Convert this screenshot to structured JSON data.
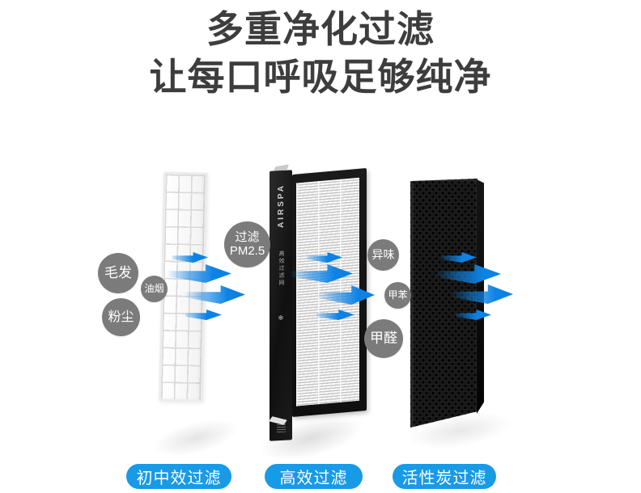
{
  "title": {
    "line1": "多重净化过滤",
    "line2": "让每口呼吸足够纯净"
  },
  "colors": {
    "headline_text": "#3d3d3d",
    "arrow_blue": "#0d82e4",
    "pill_blue": "#189ae6",
    "bubble_gray": "#7b7b7b",
    "background": "#ffffff"
  },
  "bubbles": [
    {
      "id": "hair",
      "label": "毛发"
    },
    {
      "id": "oil-smoke",
      "label": "油烟"
    },
    {
      "id": "dust",
      "label": "粉尘"
    },
    {
      "id": "pm25",
      "label": "过滤",
      "label2": "PM2.5"
    },
    {
      "id": "odor",
      "label": "异味"
    },
    {
      "id": "toluene",
      "label": "甲苯"
    },
    {
      "id": "formaldehyde",
      "label": "甲醛"
    }
  ],
  "filters": {
    "hepa": {
      "brand_vertical": "AIRSPA",
      "spine_label": "高效过滤网"
    }
  },
  "legend": [
    {
      "label": "初中效过滤"
    },
    {
      "label": "高效过滤"
    },
    {
      "label": "活性炭过滤"
    }
  ]
}
